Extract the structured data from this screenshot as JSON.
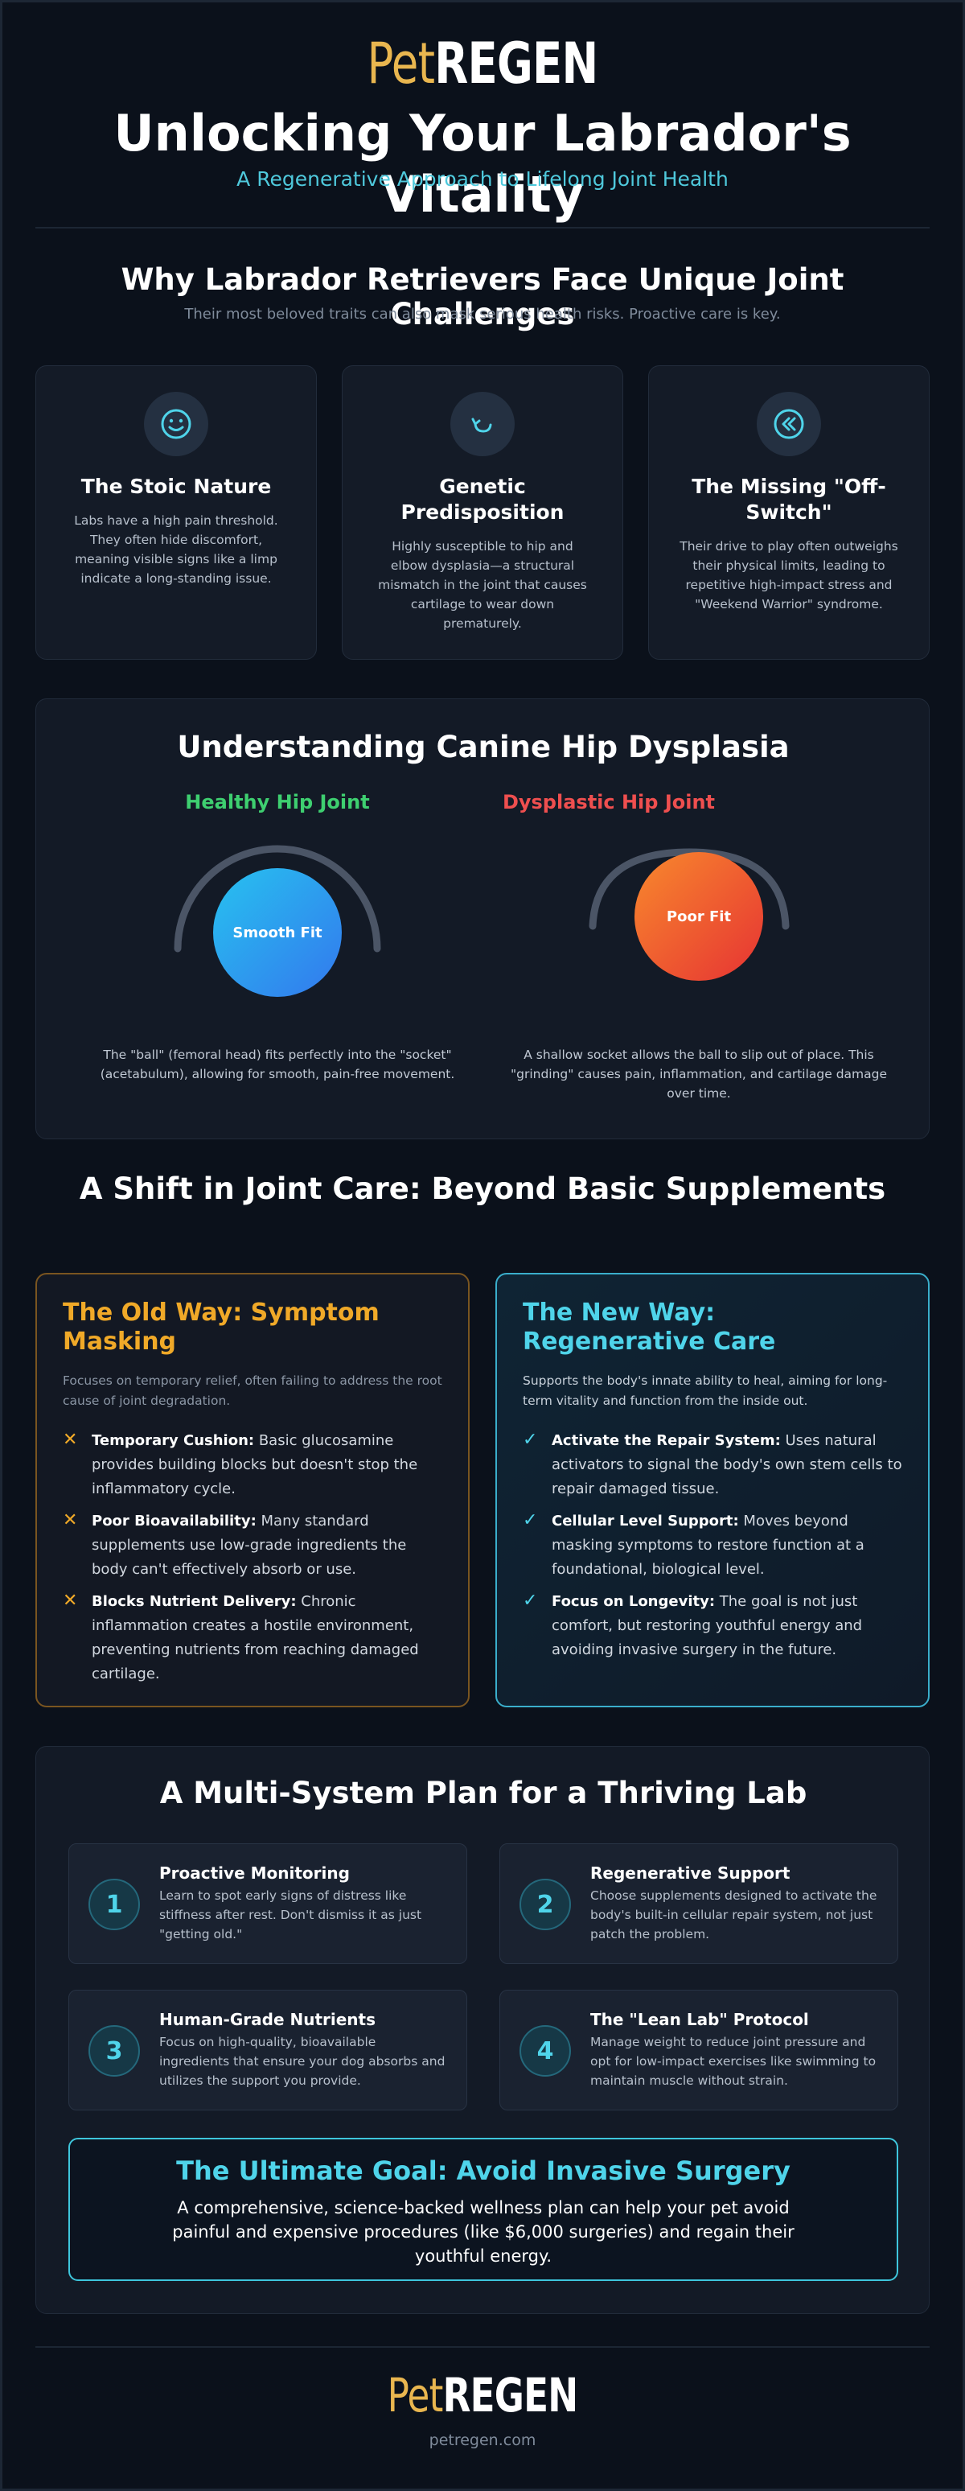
{
  "header": {
    "brand_pet": "Pet",
    "brand_regen": "REGEN",
    "title": "Unlocking Your Labrador's Vitality",
    "subtitle": "A Regenerative Approach to Lifelong Joint Health"
  },
  "challenges": {
    "title": "Why Labrador Retrievers Face Unique Joint Challenges",
    "subtitle": "Their most beloved traits can also mask serious health risks. Proactive care is key.",
    "cards": [
      {
        "icon": "smile-icon",
        "title": "The Stoic Nature",
        "text": "Labs have a high pain threshold. They often hide discomfort, meaning visible signs like a limp indicate a long-standing issue."
      },
      {
        "icon": "refresh-arrow-icon",
        "title": "Genetic Predisposition",
        "text": "Highly susceptible to hip and elbow dysplasia—a structural mismatch in the joint that causes cartilage to wear down prematurely."
      },
      {
        "icon": "double-chevron-left-icon",
        "title": "The Missing \"Off-Switch\"",
        "text": "Their drive to play often outweighs their physical limits, leading to repetitive high-impact stress and \"Weekend Warrior\" syndrome."
      }
    ]
  },
  "dysplasia": {
    "title": "Understanding Canine Hip Dysplasia",
    "healthy": {
      "label": "Healthy Hip Joint",
      "ball": "Smooth Fit",
      "text": "The \"ball\" (femoral head) fits perfectly into the \"socket\" (acetabulum), allowing for smooth, pain-free movement."
    },
    "dysplastic": {
      "label": "Dysplastic Hip Joint",
      "ball": "Poor Fit",
      "text": "A shallow socket allows the ball to slip out of place. This \"grinding\" causes pain, inflammation, and cartilage damage over time."
    }
  },
  "shift": {
    "title": "A Shift in Joint Care: Beyond Basic Supplements",
    "old": {
      "title": "The Old Way: Symptom Masking",
      "lead": "Focuses on temporary relief, often failing to address the root cause of joint degradation.",
      "items": [
        {
          "bold": "Temporary Cushion:",
          "text": " Basic glucosamine provides building blocks but doesn't stop the inflammatory cycle."
        },
        {
          "bold": "Poor Bioavailability:",
          "text": " Many standard supplements use low-grade ingredients the body can't effectively absorb or use."
        },
        {
          "bold": "Blocks Nutrient Delivery:",
          "text": " Chronic inflammation creates a hostile environment, preventing nutrients from reaching damaged cartilage."
        }
      ]
    },
    "new": {
      "title": "The New Way: Regenerative Care",
      "lead": "Supports the body's innate ability to heal, aiming for long-term vitality and function from the inside out.",
      "items": [
        {
          "bold": "Activate the Repair System:",
          "text": " Uses natural activators to signal the body's own stem cells to repair damaged tissue."
        },
        {
          "bold": "Cellular Level Support:",
          "text": " Moves beyond masking symptoms to restore function at a foundational, biological level."
        },
        {
          "bold": "Focus on Longevity:",
          "text": " The goal is not just comfort, but restoring youthful energy and avoiding invasive surgery in the future."
        }
      ]
    }
  },
  "plan": {
    "title": "A Multi-System Plan for a Thriving Lab",
    "steps": [
      {
        "num": "1",
        "title": "Proactive Monitoring",
        "text": "Learn to spot early signs of distress like stiffness after rest. Don't dismiss it as just \"getting old.\""
      },
      {
        "num": "2",
        "title": "Regenerative Support",
        "text": "Choose supplements designed to activate the body's built-in cellular repair system, not just patch the problem."
      },
      {
        "num": "3",
        "title": "Human-Grade Nutrients",
        "text": "Focus on high-quality, bioavailable ingredients that ensure your dog absorbs and utilizes the support you provide."
      },
      {
        "num": "4",
        "title": "The \"Lean Lab\" Protocol",
        "text": "Manage weight to reduce joint pressure and opt for low-impact exercises like swimming to maintain muscle without strain."
      }
    ],
    "goal": {
      "title": "The Ultimate Goal: Avoid Invasive Surgery",
      "text": "A comprehensive, science-backed wellness plan can help your pet avoid painful and expensive procedures (like $6,000 surgeries) and regain their youthful energy."
    }
  },
  "footer": {
    "brand_pet": "Pet",
    "brand_regen": "REGEN",
    "url": "petregen.com"
  },
  "colors": {
    "accent": "#4fd4ea",
    "gold": "#e9b64f",
    "healthy": "#3ecf70",
    "dysplastic": "#ef4f4f",
    "old_way": "#f0a928"
  }
}
